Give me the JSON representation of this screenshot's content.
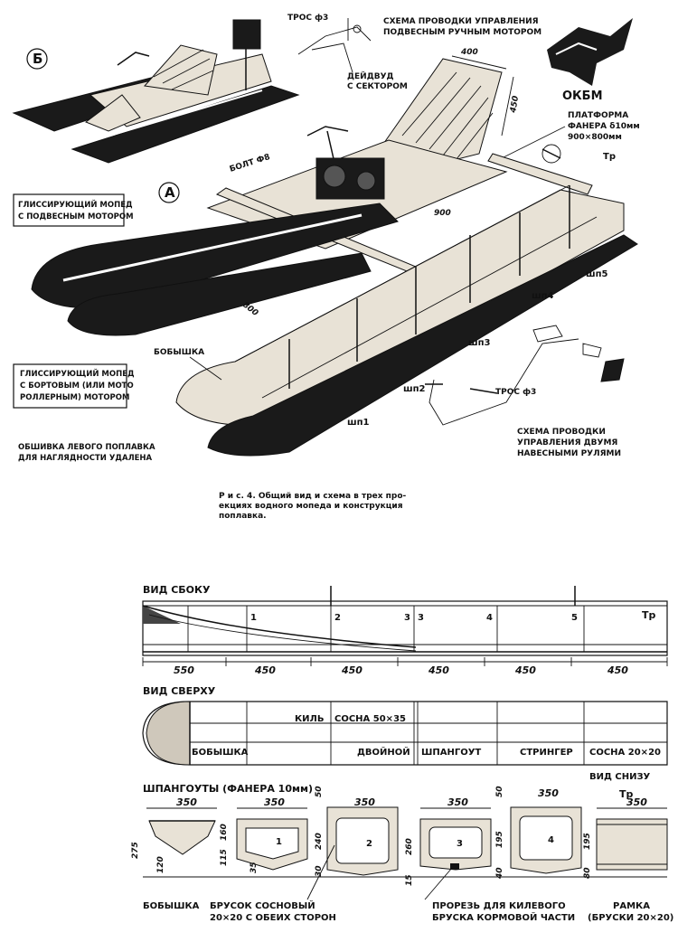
{
  "top_figure": {
    "label_b": "Б",
    "label_a": "А",
    "cable_top": "ТРОС ф3",
    "steering_scheme_title_1": "СХЕМА ПРОВОДКИ УПРАВЛЕНИЯ",
    "steering_scheme_title_2": "ПОДВЕСНЫМ РУЧНЫМ МОТОРОМ",
    "sleeve_1": "ДЕЙДВУД",
    "sleeve_2": "С СЕКТОРОМ",
    "logo_text": "ОКБМ",
    "dim_400": "400",
    "dim_450": "450",
    "platform_1": "ПЛАТФОРМА",
    "platform_2": "ФАНЕРА δ10мм",
    "platform_3": "900×800мм",
    "bolt": "БОЛТ Ф8",
    "dim_900": "900",
    "dim_800": "800",
    "tr": "Тр",
    "sp5": "шп5",
    "sp4": "шп4",
    "sp3": "шп3",
    "sp2": "шп2",
    "sp1": "шп1",
    "bobyshka": "БОБЫШКА",
    "box1_line1": "ГЛИССИРУЮЩИЙ МОПЕД",
    "box1_line2": "С ПОДВЕСНЫМ МОТОРОМ",
    "box2_line1": "ГЛИССИРУЮЩИЙ МОПЕД",
    "box2_line2": "С БОРТОВЫМ (ИЛИ МОТО",
    "box2_line3": "РОЛЛЕРНЫМ) МОТОРОМ",
    "cable_bottom": "ТРОС ф3",
    "rudders_1": "СХЕМА ПРОВОДКИ",
    "rudders_2": "УПРАВЛЕНИЯ ДВУМЯ",
    "rudders_3": "НАВЕСНЫМИ РУЛЯМИ",
    "note_1": "ОБШИВКА ЛЕВОГО ПОПЛАВКА",
    "note_2": "ДЛЯ НАГЛЯДНОСТИ УДАЛЕНА"
  },
  "caption": {
    "line1": "Р и с. 4. Общий вид и схема в трех про-",
    "line2": "екциях водного мопеда и конструкция",
    "line3": "поплавка."
  },
  "side_view": {
    "title": "ВИД СБОКУ",
    "frames": [
      "1",
      "2",
      "3",
      "3",
      "4",
      "5"
    ],
    "tr": "Тр",
    "dims": [
      "550",
      "450",
      "450",
      "450",
      "450",
      "450"
    ]
  },
  "top_view": {
    "title": "ВИД СВЕРХУ",
    "keel": "КИЛЬ",
    "pine": "СОСНА 50×35",
    "bobyshka": "БОБЫШКА",
    "double_frame": "ДВОЙНОЙ",
    "frame_word": "ШПАНГОУТ",
    "stringer": "СТРИНГЕР",
    "pine2": "СОСНА 20×20",
    "bottom_view": "ВИД СНИЗУ"
  },
  "frames_section": {
    "title": "ШПАНГОУТЫ (ФАНЕРА 10мм)",
    "widths": [
      "350",
      "350",
      "350",
      "350",
      "350",
      "350"
    ],
    "frame_nums": [
      "1",
      "2",
      "3",
      "4"
    ],
    "tr": "Тр",
    "h_275": "275",
    "h_120": "120",
    "h_160": "160",
    "h_115": "115",
    "h_35": "35",
    "h_50a": "50",
    "h_240": "240",
    "h_30": "30",
    "h_260": "260",
    "h_15": "15",
    "h_50b": "50",
    "h_195a": "195",
    "h_40": "40",
    "h_195b": "195",
    "h_80": "80",
    "bobyshka": "БОБЫШКА",
    "bar_1": "БРУСОК СОСНОВЫЙ",
    "bar_2": "20×20 С ОБЕИХ СТОРОН",
    "slot_1": "ПРОРЕЗЬ ДЛЯ КИЛЕВОГО",
    "slot_2": "БРУСКА КОРМОВОЙ ЧАСТИ",
    "frame_1": "РАМКА",
    "frame_2": "(БРУСКИ 20×20)"
  }
}
